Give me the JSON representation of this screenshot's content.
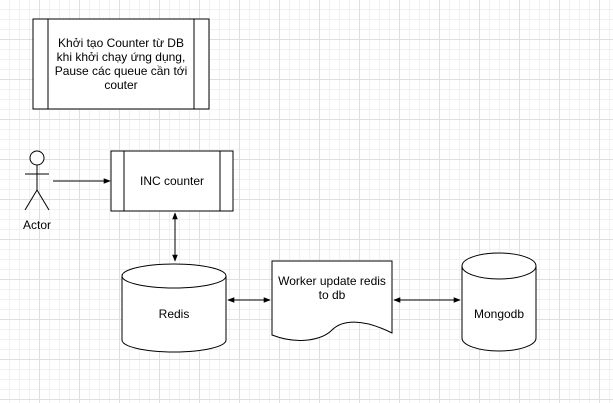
{
  "note_box": {
    "text": "Khởi tạo Counter từ DB khi khởi chạy ứng dụng, Pause các queue cần tới couter"
  },
  "actor": {
    "label": "Actor"
  },
  "inc_counter": {
    "label": "INC counter"
  },
  "redis": {
    "label": "Redis"
  },
  "worker": {
    "label": "Worker update redis to db"
  },
  "mongodb": {
    "label": "Mongodb"
  },
  "colors": {
    "stroke": "#000000",
    "fill": "#ffffff"
  }
}
